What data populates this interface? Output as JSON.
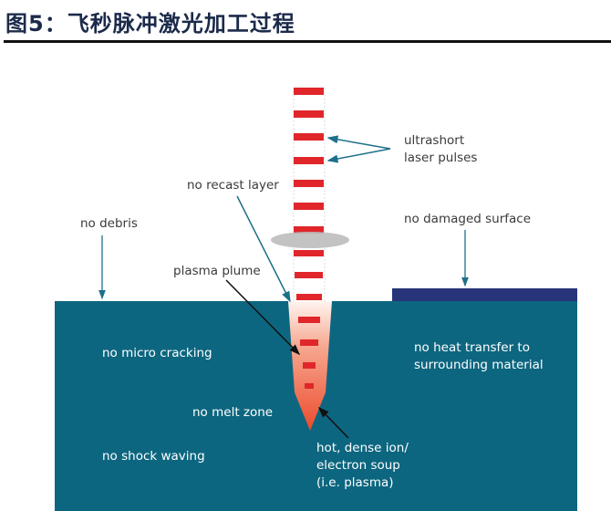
{
  "title": "图5：飞秒脉冲激光加工过程",
  "labels": {
    "ultrashort": "ultrashort",
    "laser_pulses": "laser pulses",
    "no_recast": "no recast layer",
    "no_debris": "no debris",
    "no_damaged": "no damaged surface",
    "plasma_plume": "plasma plume",
    "micro_cracking": "no micro cracking",
    "heat_transfer_1": "no heat transfer to",
    "heat_transfer_2": "surrounding material",
    "melt_zone": "no melt zone",
    "shock_waving": "no shock waving",
    "soup_1": "hot, dense ion/",
    "soup_2": "electron soup",
    "soup_3": "(i.e. plasma)"
  },
  "colors": {
    "material": "#0d6680",
    "pulse": "#e0262b",
    "surface": "#27347a",
    "title": "#1c2a4a"
  }
}
